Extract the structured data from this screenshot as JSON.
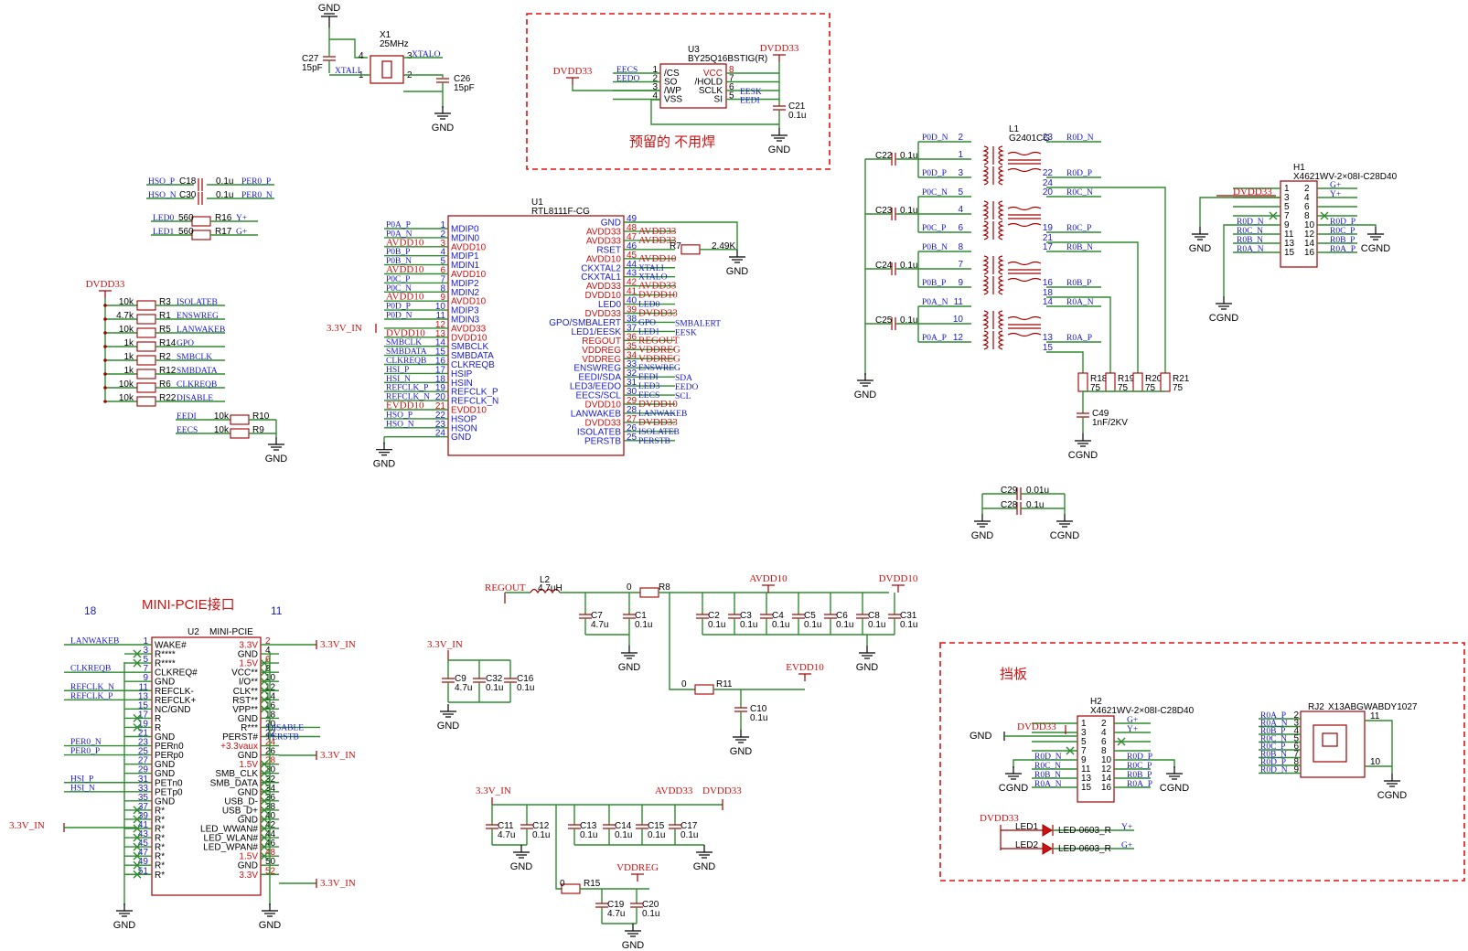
{
  "notes": {
    "reserved": "预留的 不用焊",
    "mini_pcie_title": "MINI-PCIE接口",
    "baffle": "挡板",
    "num_18": "18",
    "num_11": "11"
  },
  "u1": {
    "ref": "U1",
    "part": "RTL8111F-CG",
    "left_pins": [
      {
        "num": "1",
        "name": "MDIP0",
        "net": "P0A_P"
      },
      {
        "num": "2",
        "name": "MDIN0",
        "net": "P0A_N"
      },
      {
        "num": "3",
        "name": "AVDD10",
        "net": "AVDD10",
        "red": true
      },
      {
        "num": "4",
        "name": "MDIP1",
        "net": "P0B_P"
      },
      {
        "num": "5",
        "name": "MDIN1",
        "net": "P0B_N"
      },
      {
        "num": "6",
        "name": "AVDD10",
        "net": "AVDD10",
        "red": true
      },
      {
        "num": "7",
        "name": "MDIP2",
        "net": "P0C_P"
      },
      {
        "num": "8",
        "name": "MDIN2",
        "net": "P0C_N"
      },
      {
        "num": "9",
        "name": "AVDD10",
        "net": "AVDD10",
        "red": true
      },
      {
        "num": "10",
        "name": "MDIP3",
        "net": "P0D_P"
      },
      {
        "num": "11",
        "name": "MDIN3",
        "net": "P0D_N"
      },
      {
        "num": "12",
        "name": "AVDD33",
        "net": "",
        "red": true
      },
      {
        "num": "13",
        "name": "DVDD10",
        "net": "DVDD10",
        "red": true
      },
      {
        "num": "14",
        "name": "SMBCLK",
        "net": "SMBCLK"
      },
      {
        "num": "15",
        "name": "SMBDATA",
        "net": "SMBDATA"
      },
      {
        "num": "16",
        "name": "CLKREQB",
        "net": "CLKREQB"
      },
      {
        "num": "17",
        "name": "HSIP",
        "net": "HSI_P"
      },
      {
        "num": "18",
        "name": "HSIN",
        "net": "HSI_N"
      },
      {
        "num": "19",
        "name": "REFCLK_P",
        "net": "REFCLK_P"
      },
      {
        "num": "20",
        "name": "REFCLK_N",
        "net": "REFCLK_N"
      },
      {
        "num": "21",
        "name": "EVDD10",
        "net": "EVDD10",
        "red": true
      },
      {
        "num": "22",
        "name": "HSOP",
        "net": "HSO_P"
      },
      {
        "num": "23",
        "name": "HSON",
        "net": "HSO_N"
      },
      {
        "num": "24",
        "name": "GND",
        "net": ""
      }
    ],
    "right_pins": [
      {
        "num": "49",
        "name": "GND",
        "net": ""
      },
      {
        "num": "48",
        "name": "AVDD33",
        "net": "AVDD33",
        "red": true
      },
      {
        "num": "47",
        "name": "AVDD33",
        "net": "AVDD33",
        "red": true
      },
      {
        "num": "46",
        "name": "RSET",
        "net": ""
      },
      {
        "num": "45",
        "name": "AVDD10",
        "net": "AVDD10",
        "red": true
      },
      {
        "num": "44",
        "name": "CKXTAL2",
        "net": "XTALI"
      },
      {
        "num": "43",
        "name": "CKXTAL1",
        "net": "XTALO"
      },
      {
        "num": "42",
        "name": "AVDD33",
        "net": "AVDD33",
        "red": true
      },
      {
        "num": "41",
        "name": "DVDD10",
        "net": "DVDD10",
        "red": true
      },
      {
        "num": "40",
        "name": "LED0",
        "net": "LED0"
      },
      {
        "num": "39",
        "name": "DVDD33",
        "net": "DVDD33",
        "red": true
      },
      {
        "num": "38",
        "name": "GPO/SMBALERT",
        "net": "GPO",
        "ext": "SMBALERT"
      },
      {
        "num": "37",
        "name": "LED1/EESK",
        "net": "LED1",
        "ext": "EESK"
      },
      {
        "num": "36",
        "name": "REGOUT",
        "net": "REGOUT",
        "red": true
      },
      {
        "num": "35",
        "name": "VDDREG",
        "net": "VDDREG",
        "red": true
      },
      {
        "num": "34",
        "name": "VDDREG",
        "net": "VDDREG",
        "red": true
      },
      {
        "num": "33",
        "name": "ENSWREG",
        "net": "ENSWREG"
      },
      {
        "num": "32",
        "name": "EEDI/SDA",
        "net": "EEDI",
        "ext": "SDA"
      },
      {
        "num": "31",
        "name": "LED3/EEDO",
        "net": "LED3",
        "ext": "EEDO"
      },
      {
        "num": "30",
        "name": "EECS/SCL",
        "net": "EECS",
        "ext": "SCL"
      },
      {
        "num": "29",
        "name": "DVDD10",
        "net": "DVDD10",
        "red": true
      },
      {
        "num": "28",
        "name": "LANWAKEB",
        "net": "LANWAKEB"
      },
      {
        "num": "27",
        "name": "DVDD33",
        "net": "DVDD33",
        "red": true
      },
      {
        "num": "26",
        "name": "ISOLATEB",
        "net": "ISOLATEB"
      },
      {
        "num": "25",
        "name": "PERSTB",
        "net": "PERSTB"
      }
    ],
    "r7": {
      "ref": "R7",
      "value": "2.49K"
    },
    "pin12_net": "3.3V_IN"
  },
  "u2": {
    "ref": "U2",
    "part": "MINI-PCIE",
    "left_pins": [
      {
        "num": "1",
        "name": "WAKE#",
        "net": "LANWAKEB"
      },
      {
        "num": "3",
        "name": "R****",
        "net": ""
      },
      {
        "num": "5",
        "name": "R****",
        "net": ""
      },
      {
        "num": "7",
        "name": "CLKREQ#",
        "net": "CLKREQB"
      },
      {
        "num": "9",
        "name": "GND",
        "net": ""
      },
      {
        "num": "11",
        "name": "REFCLK-",
        "net": "REFCLK_N"
      },
      {
        "num": "13",
        "name": "REFCLK+",
        "net": "REFCLK_P"
      },
      {
        "num": "15",
        "name": "NC/GND",
        "net": ""
      },
      {
        "num": "17",
        "name": "R",
        "net": ""
      },
      {
        "num": "19",
        "name": "R",
        "net": ""
      },
      {
        "num": "21",
        "name": "GND",
        "net": ""
      },
      {
        "num": "23",
        "name": "PERn0",
        "net": "PER0_N"
      },
      {
        "num": "25",
        "name": "PERp0",
        "net": "PER0_P"
      },
      {
        "num": "27",
        "name": "GND",
        "net": ""
      },
      {
        "num": "29",
        "name": "GND",
        "net": ""
      },
      {
        "num": "31",
        "name": "PETn0",
        "net": "HSI_P"
      },
      {
        "num": "33",
        "name": "PETp0",
        "net": "HSI_N"
      },
      {
        "num": "35",
        "name": "GND",
        "net": ""
      },
      {
        "num": "37",
        "name": "R*",
        "net": ""
      },
      {
        "num": "39",
        "name": "R*",
        "net": ""
      },
      {
        "num": "41",
        "name": "R*",
        "net": ""
      },
      {
        "num": "43",
        "name": "R*",
        "net": ""
      },
      {
        "num": "45",
        "name": "R*",
        "net": ""
      },
      {
        "num": "47",
        "name": "R*",
        "net": ""
      },
      {
        "num": "49",
        "name": "R*",
        "net": ""
      },
      {
        "num": "51",
        "name": "R*",
        "net": ""
      }
    ],
    "right_pins": [
      {
        "num": "2",
        "name": "3.3V",
        "red": true
      },
      {
        "num": "4",
        "name": "GND"
      },
      {
        "num": "6",
        "name": "1.5V",
        "red": true
      },
      {
        "num": "8",
        "name": "VCC**"
      },
      {
        "num": "10",
        "name": "I/O**"
      },
      {
        "num": "12",
        "name": "CLK**"
      },
      {
        "num": "14",
        "name": "RST**"
      },
      {
        "num": "16",
        "name": "VPP**"
      },
      {
        "num": "18",
        "name": "GND"
      },
      {
        "num": "20",
        "name": "R***",
        "net": "DISABLE"
      },
      {
        "num": "22",
        "name": "PERST#",
        "net": "PERSTB"
      },
      {
        "num": "24",
        "name": "+3.3vaux",
        "red": true
      },
      {
        "num": "26",
        "name": "GND"
      },
      {
        "num": "28",
        "name": "1.5V",
        "red": true
      },
      {
        "num": "30",
        "name": "SMB_CLK"
      },
      {
        "num": "32",
        "name": "SMB_DATA"
      },
      {
        "num": "34",
        "name": "GND"
      },
      {
        "num": "36",
        "name": "USB_D-"
      },
      {
        "num": "38",
        "name": "USB_D+"
      },
      {
        "num": "40",
        "name": "GND"
      },
      {
        "num": "42",
        "name": "LED_WWAN#"
      },
      {
        "num": "44",
        "name": "LED_WLAN#"
      },
      {
        "num": "46",
        "name": "LED_WPAN#"
      },
      {
        "num": "48",
        "name": "1.5V",
        "red": true
      },
      {
        "num": "50",
        "name": "GND"
      },
      {
        "num": "52",
        "name": "3.3V",
        "red": true
      }
    ],
    "net_3v3": "3.3V_IN"
  },
  "crystal": {
    "ref": "X1",
    "value": "25MHz",
    "c27": "C27",
    "c27v": "15pF",
    "c26": "C26",
    "c26v": "15pF",
    "xtali": "XTALI",
    "xtalo": "XTALO"
  },
  "flash": {
    "ref": "U3",
    "part": "BY25Q16BSTIG(R)",
    "left": [
      {
        "num": "1",
        "name": "/CS",
        "net": "EECS"
      },
      {
        "num": "2",
        "name": "SO",
        "net": "EEDO"
      },
      {
        "num": "3",
        "name": "/WP",
        "net": ""
      },
      {
        "num": "4",
        "name": "VSS",
        "net": ""
      }
    ],
    "right": [
      {
        "num": "8",
        "name": "VCC"
      },
      {
        "num": "7",
        "name": "/HOLD"
      },
      {
        "num": "6",
        "name": "SCLK",
        "net": "EESK"
      },
      {
        "num": "5",
        "name": "SI",
        "net": "EEDI"
      }
    ],
    "c21": "C21",
    "c21v": "0.1u",
    "power": "DVDD33"
  },
  "hso_caps": [
    {
      "net_l": "HSO_P",
      "ref": "C18",
      "val": "0.1u",
      "net_r": "PER0_P"
    },
    {
      "net_l": "HSO_N",
      "ref": "C30",
      "val": "0.1u",
      "net_r": "PER0_N"
    }
  ],
  "led_res": [
    {
      "net_l": "LED0",
      "val": "560",
      "ref": "R16",
      "net_r": "Y+"
    },
    {
      "net_l": "LED1",
      "val": "560",
      "ref": "R17",
      "net_r": "G+"
    }
  ],
  "pullups": {
    "power": "DVDD33",
    "items": [
      {
        "val": "10k",
        "ref": "R3",
        "net": "ISOLATEB"
      },
      {
        "val": "4.7k",
        "ref": "R1",
        "net": "ENSWREG"
      },
      {
        "val": "10k",
        "ref": "R5",
        "net": "LANWAKEB"
      },
      {
        "val": "1k",
        "ref": "R14",
        "net": "GPO"
      },
      {
        "val": "1k",
        "ref": "R2",
        "net": "SMBCLK"
      },
      {
        "val": "1k",
        "ref": "R12",
        "net": "SMBDATA"
      },
      {
        "val": "10k",
        "ref": "R6",
        "net": "CLKREQB"
      },
      {
        "val": "10k",
        "ref": "R22",
        "net": "DISABLE"
      }
    ],
    "pulldowns": [
      {
        "net": "EEDI",
        "val": "10k",
        "ref": "R10"
      },
      {
        "net": "EECS",
        "val": "10k",
        "ref": "R9"
      }
    ]
  },
  "magnetics": {
    "ref": "L1",
    "part": "G2401CG",
    "caps": [
      {
        "ref": "C22",
        "val": "0.1u"
      },
      {
        "ref": "C23",
        "val": "0.1u"
      },
      {
        "ref": "C24",
        "val": "0.1u"
      },
      {
        "ref": "C25",
        "val": "0.1u"
      }
    ],
    "left": [
      {
        "net": "P0D_N",
        "pin": "2"
      },
      {
        "net": "",
        "pin": "1"
      },
      {
        "net": "P0D_P",
        "pin": "3"
      },
      {
        "net": "P0C_N",
        "pin": "5"
      },
      {
        "net": "",
        "pin": "4"
      },
      {
        "net": "P0C_P",
        "pin": "6"
      },
      {
        "net": "P0B_N",
        "pin": "8"
      },
      {
        "net": "",
        "pin": "7"
      },
      {
        "net": "P0B_P",
        "pin": "9"
      },
      {
        "net": "P0A_N",
        "pin": "11"
      },
      {
        "net": "",
        "pin": "10"
      },
      {
        "net": "P0A_P",
        "pin": "12"
      }
    ],
    "right": [
      {
        "pin": "23",
        "net": "R0D_N"
      },
      {
        "pin": "22",
        "net": "R0D_P"
      },
      {
        "pin": "24",
        "net": ""
      },
      {
        "pin": "20",
        "net": "R0C_N"
      },
      {
        "pin": "19",
        "net": "R0C_P"
      },
      {
        "pin": "21",
        "net": ""
      },
      {
        "pin": "17",
        "net": "R0B_N"
      },
      {
        "pin": "16",
        "net": "R0B_P"
      },
      {
        "pin": "18",
        "net": ""
      },
      {
        "pin": "14",
        "net": "R0A_N"
      },
      {
        "pin": "13",
        "net": "R0A_P"
      },
      {
        "pin": "15",
        "net": ""
      }
    ],
    "terms": [
      {
        "ref": "R18",
        "val": "75"
      },
      {
        "ref": "R19",
        "val": "75"
      },
      {
        "ref": "R20",
        "val": "75"
      },
      {
        "ref": "R21",
        "val": "75"
      }
    ],
    "c49": "C49",
    "c49v": "1nF/2KV"
  },
  "h1": {
    "ref": "H1",
    "part": "X4621WV-2×08I-C28D40",
    "power": "DVDD33",
    "left": [
      {
        "num": "1",
        "net": ""
      },
      {
        "num": "3",
        "net": ""
      },
      {
        "num": "5",
        "net": ""
      },
      {
        "num": "7",
        "net": ""
      },
      {
        "num": "9",
        "net": "R0D_N"
      },
      {
        "num": "11",
        "net": "R0C_N"
      },
      {
        "num": "13",
        "net": "R0B_N"
      },
      {
        "num": "15",
        "net": "R0A_N"
      }
    ],
    "right": [
      {
        "num": "2",
        "net": "G+"
      },
      {
        "num": "4",
        "net": "Y+"
      },
      {
        "num": "6",
        "net": ""
      },
      {
        "num": "8",
        "net": ""
      },
      {
        "num": "10",
        "net": "R0D_P"
      },
      {
        "num": "12",
        "net": "R0C_P"
      },
      {
        "num": "14",
        "net": "R0B_P"
      },
      {
        "num": "16",
        "net": "R0A_P"
      }
    ]
  },
  "h2": {
    "ref": "H2",
    "part": "X4621WV-2×08I-C28D40",
    "power": "DVDD33",
    "left": [
      {
        "num": "1",
        "net": ""
      },
      {
        "num": "3",
        "net": ""
      },
      {
        "num": "5",
        "net": ""
      },
      {
        "num": "7",
        "net": ""
      },
      {
        "num": "9",
        "net": "R0D_N"
      },
      {
        "num": "11",
        "net": "R0C_N"
      },
      {
        "num": "13",
        "net": "R0B_N"
      },
      {
        "num": "15",
        "net": "R0A_N"
      }
    ],
    "right": [
      {
        "num": "2",
        "net": "G+"
      },
      {
        "num": "4",
        "net": "Y+"
      },
      {
        "num": "6",
        "net": ""
      },
      {
        "num": "8",
        "net": ""
      },
      {
        "num": "10",
        "net": "R0D_P"
      },
      {
        "num": "12",
        "net": "R0C_P"
      },
      {
        "num": "14",
        "net": "R0B_P"
      },
      {
        "num": "16",
        "net": "R0A_P"
      }
    ]
  },
  "rj45": {
    "ref": "RJ2",
    "part": "X13ABGWABDY1027",
    "pins": [
      {
        "net": "R0A_P",
        "num": "2"
      },
      {
        "net": "R0A_N",
        "num": "3"
      },
      {
        "net": "R0B_P",
        "num": "4"
      },
      {
        "net": "R0C_N",
        "num": "5"
      },
      {
        "net": "R0C_P",
        "num": "6"
      },
      {
        "net": "R0B_N",
        "num": "7"
      },
      {
        "net": "R0D_P",
        "num": "8"
      },
      {
        "net": "R0D_N",
        "num": "9"
      }
    ],
    "pin11": "11",
    "pin10": "10"
  },
  "leds": {
    "power": "DVDD33",
    "items": [
      {
        "ref": "LED1",
        "part": "LED-0603_R",
        "net": "Y+"
      },
      {
        "ref": "LED2",
        "part": "LED-0603_R",
        "net": "G+"
      }
    ]
  },
  "cgnd_caps": [
    {
      "ref": "C29",
      "val": "0.01u"
    },
    {
      "ref": "C28",
      "val": "0.1u"
    }
  ],
  "power": {
    "regout": "REGOUT",
    "l2": "L2",
    "l2v": "4.7uH",
    "r8": "R8",
    "r8v": "0",
    "c7": "C7",
    "c7v": "4.7u",
    "c1": "C1",
    "c1v": "0.1u",
    "avdd10": "AVDD10",
    "dvdd10": "DVDD10",
    "row10": [
      {
        "ref": "C2",
        "val": "0.1u"
      },
      {
        "ref": "C3",
        "val": "0.1u"
      },
      {
        "ref": "C4",
        "val": "0.1u"
      },
      {
        "ref": "C5",
        "val": "0.1u"
      },
      {
        "ref": "C6",
        "val": "0.1u"
      },
      {
        "ref": "C8",
        "val": "0.1u"
      },
      {
        "ref": "C31",
        "val": "0.1u"
      }
    ],
    "r11": "R11",
    "r11v": "0",
    "evdd10": "EVDD10",
    "c10": "C10",
    "c10v": "0.1u",
    "in33": "3.3V_IN",
    "c9": "C9",
    "c9v": "4.7u",
    "c32": "C32",
    "c32v": "0.1u",
    "c16": "C16",
    "c16v": "0.1u",
    "avdd33": "AVDD33",
    "dvdd33": "DVDD33",
    "row33": [
      {
        "ref": "C11",
        "val": "4.7u"
      },
      {
        "ref": "C12",
        "val": "0.1u"
      },
      {
        "ref": "C13",
        "val": "0.1u"
      },
      {
        "ref": "C14",
        "val": "0.1u"
      },
      {
        "ref": "C15",
        "val": "0.1u"
      },
      {
        "ref": "C17",
        "val": "0.1u"
      }
    ],
    "r15": "R15",
    "r15v": "0",
    "vddreg": "VDDREG",
    "c19": "C19",
    "c19v": "4.7u",
    "c20": "C20",
    "c20v": "0.1u"
  },
  "symbols": {
    "gnd": "GND",
    "cgnd": "CGND"
  }
}
